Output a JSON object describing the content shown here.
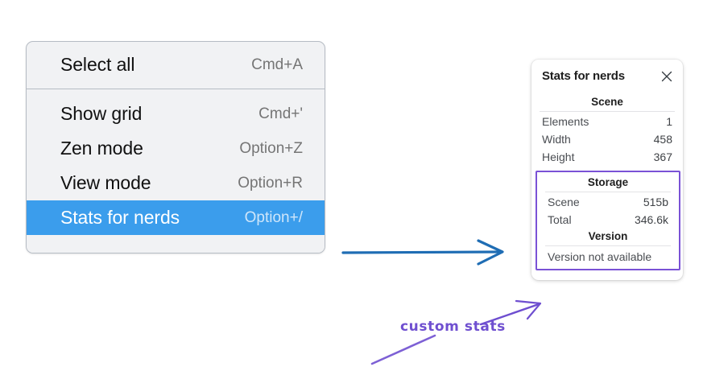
{
  "menu": {
    "groups": [
      {
        "name": "group-top",
        "items": [
          {
            "label": "Select all",
            "shortcut": "Cmd+A",
            "selected": false
          }
        ]
      },
      {
        "name": "group-bottom",
        "items": [
          {
            "label": "Show grid",
            "shortcut": "Cmd+'",
            "selected": false
          },
          {
            "label": "Zen mode",
            "shortcut": "Option+Z",
            "selected": false
          },
          {
            "label": "View mode",
            "shortcut": "Option+R",
            "selected": false
          },
          {
            "label": "Stats for nerds",
            "shortcut": "Option+/",
            "selected": true
          }
        ]
      }
    ],
    "items": [
      {
        "label": "Select all",
        "shortcut": "Cmd+A"
      },
      {
        "label": "Show grid",
        "shortcut": "Cmd+'"
      },
      {
        "label": "Zen mode",
        "shortcut": "Option+Z"
      },
      {
        "label": "View mode",
        "shortcut": "Option+R"
      },
      {
        "label": "Stats for nerds",
        "shortcut": "Option+/"
      }
    ],
    "selected_label": "Stats for nerds",
    "highlight_color": "#3b9dec",
    "background_color": "#f1f2f4"
  },
  "stats_panel": {
    "title": "Stats for nerds",
    "close_icon": "close-icon",
    "scene": {
      "section_title": "Scene",
      "rows": [
        {
          "key": "Elements",
          "value": "1"
        },
        {
          "key": "Width",
          "value": "458"
        },
        {
          "key": "Height",
          "value": "367"
        }
      ]
    },
    "storage": {
      "section_title": "Storage",
      "rows": [
        {
          "key": "Scene",
          "value": "515b"
        },
        {
          "key": "Total",
          "value": "346.6k"
        }
      ]
    },
    "version": {
      "section_title": "Version",
      "text": "Version not available"
    },
    "highlight_border_color": "#7a52d6"
  },
  "annotations": {
    "custom_stats_label": "custom stats",
    "blue_arrow_color": "#1f6db4",
    "purple_color": "#6f4fd0"
  }
}
